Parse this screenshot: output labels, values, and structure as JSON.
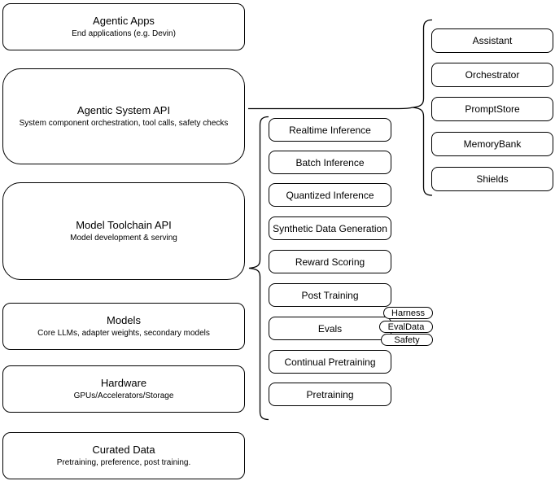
{
  "layers": [
    {
      "title": "Agentic Apps",
      "subtitle": "End applications (e.g. Devin)"
    },
    {
      "title": "Agentic System API",
      "subtitle": "System component orchestration, tool calls, safety checks"
    },
    {
      "title": "Model Toolchain API",
      "subtitle": "Model development & serving"
    },
    {
      "title": "Models",
      "subtitle": "Core LLMs, adapter weights, secondary models"
    },
    {
      "title": "Hardware",
      "subtitle": "GPUs/Accelerators/Storage"
    },
    {
      "title": "Curated Data",
      "subtitle": "Pretraining, preference, post training."
    }
  ],
  "toolchain_api_components": [
    "Realtime Inference",
    "Batch Inference",
    "Quantized Inference",
    "Synthetic Data Generation",
    "Reward Scoring",
    "Post Training",
    "Evals",
    "Continual Pretraining",
    "Pretraining"
  ],
  "evals_tags": [
    "Harness",
    "EvalData",
    "Safety"
  ],
  "system_api_components": [
    "Assistant",
    "Orchestrator",
    "PromptStore",
    "MemoryBank",
    "Shields"
  ],
  "colors": {
    "stroke": "#000000",
    "fill": "#ffffff",
    "text": "#000000"
  }
}
